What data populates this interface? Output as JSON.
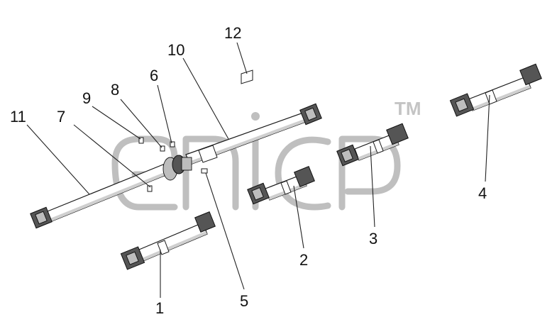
{
  "watermark": {
    "tm_mark": "TM"
  },
  "callouts": [
    {
      "id": "1",
      "label": "1"
    },
    {
      "id": "2",
      "label": "2"
    },
    {
      "id": "3",
      "label": "3"
    },
    {
      "id": "4",
      "label": "4"
    },
    {
      "id": "5",
      "label": "5"
    },
    {
      "id": "6",
      "label": "6"
    },
    {
      "id": "7",
      "label": "7"
    },
    {
      "id": "8",
      "label": "8"
    },
    {
      "id": "9",
      "label": "9"
    },
    {
      "id": "10",
      "label": "10"
    },
    {
      "id": "11",
      "label": "11"
    },
    {
      "id": "12",
      "label": "12"
    }
  ],
  "colors": {
    "line": "#1a1a1a",
    "watermark": "#bfbfbf",
    "background": "#ffffff"
  }
}
